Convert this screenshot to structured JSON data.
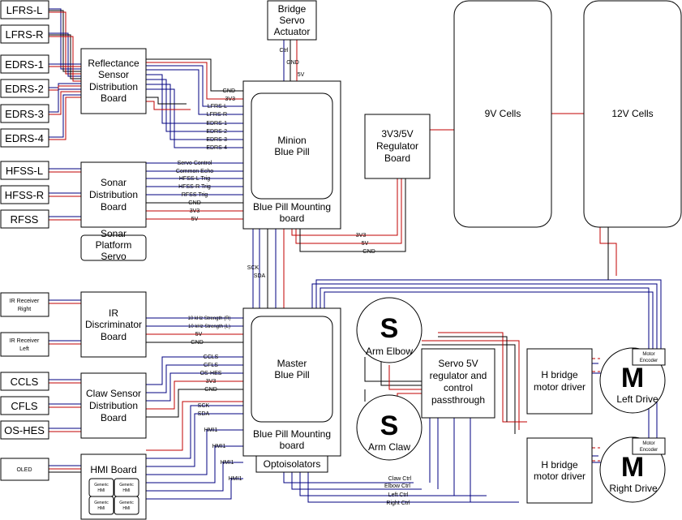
{
  "sensors": {
    "lfrs_l": "LFRS-L",
    "lfrs_r": "LFRS-R",
    "edrs_1": "EDRS-1",
    "edrs_2": "EDRS-2",
    "edrs_3": "EDRS-3",
    "edrs_4": "EDRS-4",
    "hfss_l": "HFSS-L",
    "hfss_r": "HFSS-R",
    "rfss": "RFSS",
    "ir_right": [
      "IR Receiver",
      "Right"
    ],
    "ir_left": [
      "IR Receiver",
      "Left"
    ],
    "ccls": "CCLS",
    "cfls": "CFLS",
    "os_hes": "OS-HES",
    "oled": "OLED"
  },
  "boards": {
    "reflectance": [
      "Reflectance",
      "Sensor",
      "Distribution",
      "Board"
    ],
    "sonar": [
      "Sonar",
      "Distribution",
      "Board"
    ],
    "sonar_platform": [
      "Sonar",
      "Platform",
      "Servo"
    ],
    "ir": [
      "IR",
      "Discriminator",
      "Board"
    ],
    "claw_sensor": [
      "Claw Sensor",
      "Distribution",
      "Board"
    ],
    "hmi": "HMI Board",
    "generic_hmi": [
      "Generic",
      "HMI"
    ],
    "bridge_servo": [
      "Bridge",
      "Servo",
      "Actuator"
    ],
    "minion": [
      "Minion",
      "Blue Pill"
    ],
    "mounting": [
      "Blue Pill Mounting",
      "board"
    ],
    "master": [
      "Master",
      "Blue Pill"
    ],
    "optoisolators": "Optoisolators",
    "regulator": [
      "3V3/5V",
      "Regulator",
      "Board"
    ],
    "cells_9v": "9V Cells",
    "cells_12v": "12V Cells",
    "servo_reg": [
      "Servo 5V",
      "regulator and",
      "control",
      "passthrough"
    ],
    "hbridge": [
      "H bridge",
      "motor driver"
    ],
    "motor_encoder": [
      "Motor",
      "Encoder"
    ],
    "motor_letter": "M",
    "servo_letter": "S",
    "left_drive": "Left Drive",
    "right_drive": "Right Drive",
    "arm_elbow": "Arm Elbow",
    "arm_claw": "Arm Claw"
  },
  "signals": {
    "gnd": "GND",
    "v33": "3V3",
    "v5": "5V",
    "ctrl": "Ctrl",
    "lfrs_l": "LFRS-L",
    "lfrs_r": "LFRS-R",
    "edrs_1": "EDRS-1",
    "edrs_2": "EDRS-2",
    "edrs_3": "EDRS-3",
    "edrs_4": "EDRS-4",
    "servo_control": "Servo Control",
    "common_echo": "Common Echo",
    "hfss_l_trig": "HFSS-L Trig",
    "hfss_r_trig": "HFSS-R Trig",
    "rfss_trig": "RFSS Trig",
    "sck": "SCK",
    "sda": "SDA",
    "ir_10k": "10 kHz Strength (R)",
    "ir_1k": "10 kHz Strength (L)",
    "ccls": "CCLS",
    "cfls": "CFLS",
    "os_hes": "OS-HES",
    "hmi1": "HMI1",
    "claw_ctrl": "Claw Ctrl",
    "elbow_ctrl": "Elbow Ctrl",
    "left_ctrl": "Left Ctrl",
    "right_ctrl": "Right Ctrl"
  }
}
